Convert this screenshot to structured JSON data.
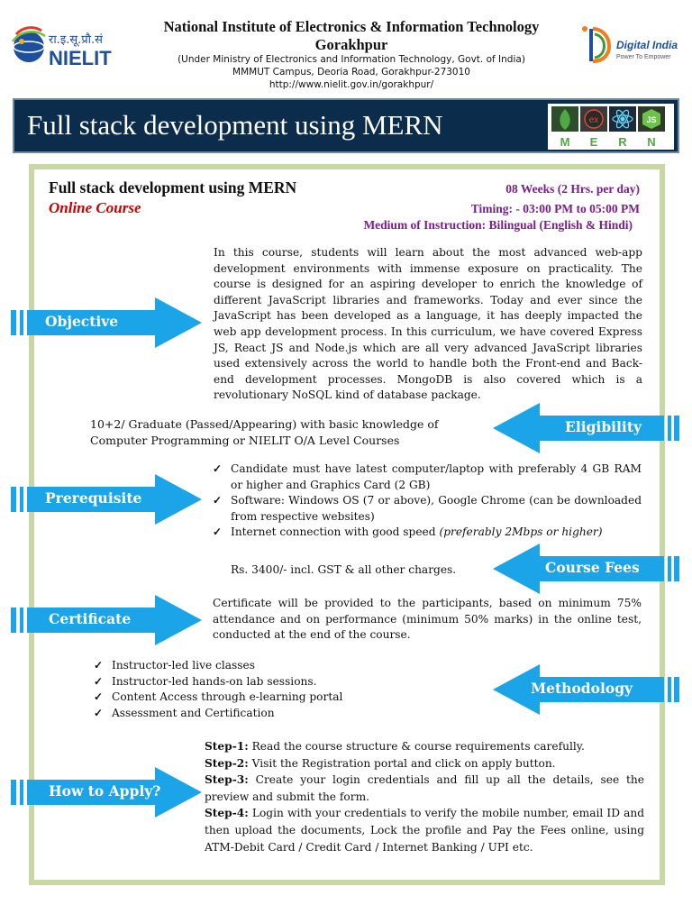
{
  "header": {
    "logo_hindi": "रा.इ.सू.प्रौ.सं",
    "logo_brand": "NIELIT",
    "institute": "National Institute of Electronics & Information Technology",
    "city": "Gorakhpur",
    "ministry": "(Under Ministry of Electronics and Information Technology, Govt. of India)",
    "campus": "MMMUT Campus, Deoria Road, Gorakhpur-273010",
    "url": "http://www.nielit.gov.in/gorakhpur/",
    "digital_india": "Digital India",
    "digital_india_tagline": "Power To Empower"
  },
  "banner": {
    "title": "Full stack development using MERN",
    "mern_letters": [
      "M",
      "E",
      "R",
      "N"
    ]
  },
  "course": {
    "title": "Full stack development using MERN",
    "mode": "Online Course",
    "duration": "08 Weeks (2 Hrs. per day)",
    "timing": "Timing: - 03:00 PM to 05:00 PM",
    "medium": "Medium of Instruction: Bilingual (English & Hindi)"
  },
  "sections": {
    "objective": {
      "label": "Objective",
      "text": "In this course, students will learn about the most advanced web-app development environments with immense exposure on practicality. The course is designed for an aspiring developer to enrich the knowledge of different JavaScript libraries and frameworks. Today and ever since the JavaScript has been developed as a language, it has deeply impacted the web app development process. In this curriculum, we have covered Express JS, React JS and Node.js which are all very advanced JavaScript libraries used extensively across the world to handle both the Front-end and Back-end development processes. MongoDB is also covered which is a revolutionary NoSQL kind of database package."
    },
    "eligibility": {
      "label": "Eligibility",
      "line1": "10+2/ Graduate (Passed/Appearing) with basic knowledge of",
      "line2": "Computer Programming or NIELIT O/A Level Courses"
    },
    "prerequisite": {
      "label": "Prerequisite",
      "items": [
        "Candidate must have latest computer/laptop with preferably 4 GB RAM or higher and Graphics Card (2 GB)",
        "Software: Windows OS (7 or above), Google Chrome (can be downloaded from respective websites)",
        "Internet connection with good speed "
      ],
      "speed_note": "(preferably 2Mbps or higher)"
    },
    "fees": {
      "label": "Course Fees",
      "text": "Rs. 3400/- incl. GST & all other charges."
    },
    "certificate": {
      "label": "Certificate",
      "text": "Certificate will be provided to the participants, based on minimum 75% attendance and on performance (minimum 50% marks) in the online test, conducted at the end of the course."
    },
    "methodology": {
      "label": "Methodology",
      "items": [
        "Instructor-led live classes",
        "Instructor-led hands-on lab sessions.",
        "Content Access through e-learning portal",
        "Assessment and Certification"
      ]
    },
    "apply": {
      "label": "How to Apply?",
      "steps": [
        {
          "num": "Step-1:",
          "text": " Read the course structure & course requirements carefully."
        },
        {
          "num": "Step-2:",
          "text": " Visit the Registration portal and click on apply button."
        },
        {
          "num": "Step-3:",
          "text": " Create your login credentials and fill up all the details, see the preview and submit the form."
        },
        {
          "num": "Step-4:",
          "text": " Login with your credentials to verify the mobile number, email ID and then upload the documents, Lock the profile and Pay the Fees online, using ATM-Debit Card / Credit Card / Internet Banking / UPI etc."
        }
      ]
    }
  },
  "colors": {
    "arrow": "#1ba5e8",
    "banner": "#0b2c4a",
    "frame": "#c7d8a6",
    "accent_red": "#cc0000",
    "accent_purple": "#7a1f8a"
  }
}
